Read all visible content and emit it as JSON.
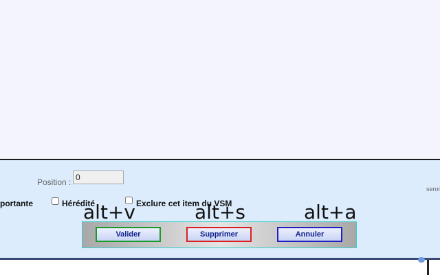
{
  "form": {
    "position_label": "Position :",
    "position_value": "0",
    "side_note": "seron",
    "importance_label": "portante",
    "heredite_label": "Hérédité",
    "vsm_label": "Exclure cet item du VSM"
  },
  "hotkeys": {
    "validate": "alt+v",
    "delete": "alt+s",
    "cancel": "alt+a"
  },
  "buttons": {
    "validate": "Valider",
    "delete": "Supprimer",
    "cancel": "Annuler"
  },
  "colors": {
    "validate_border": "#1a9a2a",
    "delete_border": "#d82020",
    "cancel_border": "#2020c0",
    "panel_background": "#dcecfc"
  }
}
